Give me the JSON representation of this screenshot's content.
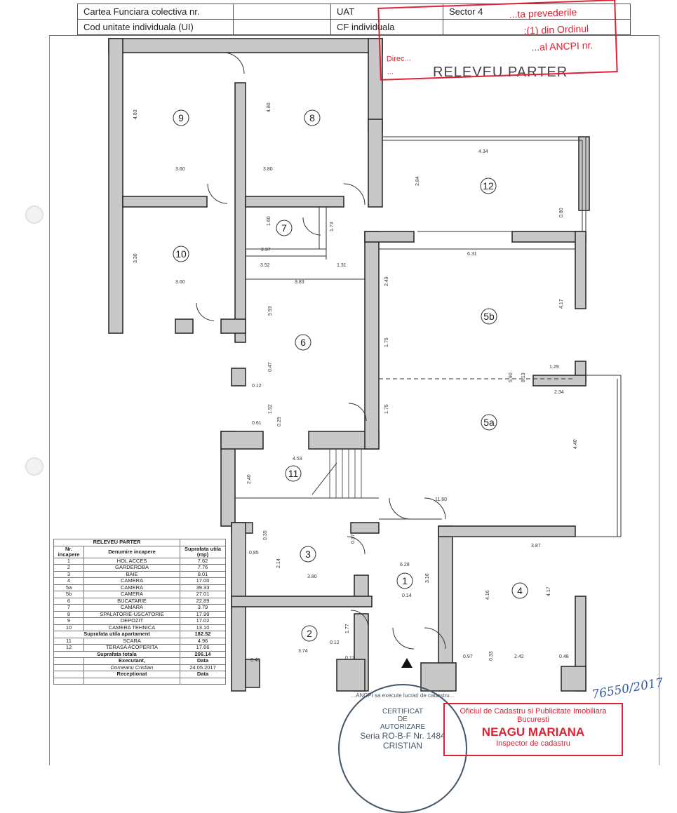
{
  "header": {
    "row1": [
      "Cartea Funciara colectiva nr.",
      "",
      "UAT",
      "Sector 4"
    ],
    "row2": [
      "Cod unitate individuala (UI)",
      "",
      "CF individuala",
      ""
    ]
  },
  "title": "RELEVEU PARTER",
  "rooms": [
    "9",
    "8",
    "10",
    "7",
    "6",
    "12",
    "5b",
    "5a",
    "11",
    "3",
    "1",
    "4",
    "2"
  ],
  "dimensions": [
    "4.83",
    "3.60",
    "4.80",
    "3.80",
    "1.60",
    "1.73",
    "2.37",
    "3.30",
    "3.60",
    "3.52",
    "3.83",
    "1.31",
    "5.93",
    "0.12",
    "0.61",
    "1.52",
    "0.47",
    "0.29",
    "4.34",
    "2.84",
    "0.80",
    "6.31",
    "4.17",
    "2.49",
    "1.75",
    "1.29",
    "2.34",
    "8.13",
    "5.90",
    "1.75",
    "4.40",
    "4.53",
    "2.40",
    "11.60",
    "0.85",
    "0.35",
    "2.14",
    "3.80",
    "0.37",
    "6.28",
    "0.14",
    "3.16",
    "3.87",
    "4.16",
    "4.17",
    "0.97",
    "2.42",
    "0.48",
    "0.33",
    "3.74",
    "1.77",
    "0.12",
    "0.45",
    "0.12"
  ],
  "legend": {
    "title": "RELEVEU PARTER",
    "headers": [
      "Nr. incapere",
      "Denumire incapere",
      "Suprafata utila (mp)"
    ],
    "rows": [
      [
        "1",
        "HOL ACCES",
        "7.62"
      ],
      [
        "2",
        "GARDEROBA",
        "7.76"
      ],
      [
        "3",
        "BAIE",
        "8.01"
      ],
      [
        "4",
        "CAMERA",
        "17.00"
      ],
      [
        "5a",
        "CAMERA",
        "39.33"
      ],
      [
        "5b",
        "CAMERA",
        "27.01"
      ],
      [
        "6",
        "BUCATARIE",
        "22.89"
      ],
      [
        "7",
        "CAMARA",
        "3.79"
      ],
      [
        "8",
        "SPALATORIE-USCATORIE",
        "17.99"
      ],
      [
        "9",
        "DEPOZIT",
        "17.02"
      ],
      [
        "10",
        "CAMERA TEHNICA",
        "13.10"
      ]
    ],
    "subtotal_label": "Suprafata utila apartament",
    "subtotal_value": "182.52",
    "rows2": [
      [
        "11",
        "SCARA",
        "4.96"
      ],
      [
        "12",
        "TERASA ACOPERITA",
        "17.66"
      ]
    ],
    "total_label": "Suprafata totala",
    "total_value": "206.14",
    "executant_label": "Executant,",
    "executant_date_label": "Data",
    "executant_name": "Dorneanu Cristian",
    "executant_date": "24.05.2017",
    "receptionat_label": "Receptionat",
    "receptionat_date_label": "Data"
  },
  "stamp_top": {
    "lines": [
      "...ta prevederile",
      ":(1) din Ordinul",
      "...al ANCPI nr.",
      "Direc...",
      "..."
    ],
    "color": "#dd2233"
  },
  "stamp_circle": {
    "ring": "...ANCPI sa execute lucrari de cadastru...",
    "lines": [
      "CERTIFICAT",
      "DE",
      "AUTORIZARE",
      "Seria RO-B-F Nr. 1484",
      "CRISTIAN"
    ]
  },
  "stamp_bottom": {
    "line1": "Oficiul de Cadastru si Publicitate Imobiliara",
    "line2": "Bucuresti",
    "name": "NEAGU MARIANA",
    "role": "Inspector de cadastru",
    "color": "#dd2233"
  },
  "handwritten": "76550/2017"
}
